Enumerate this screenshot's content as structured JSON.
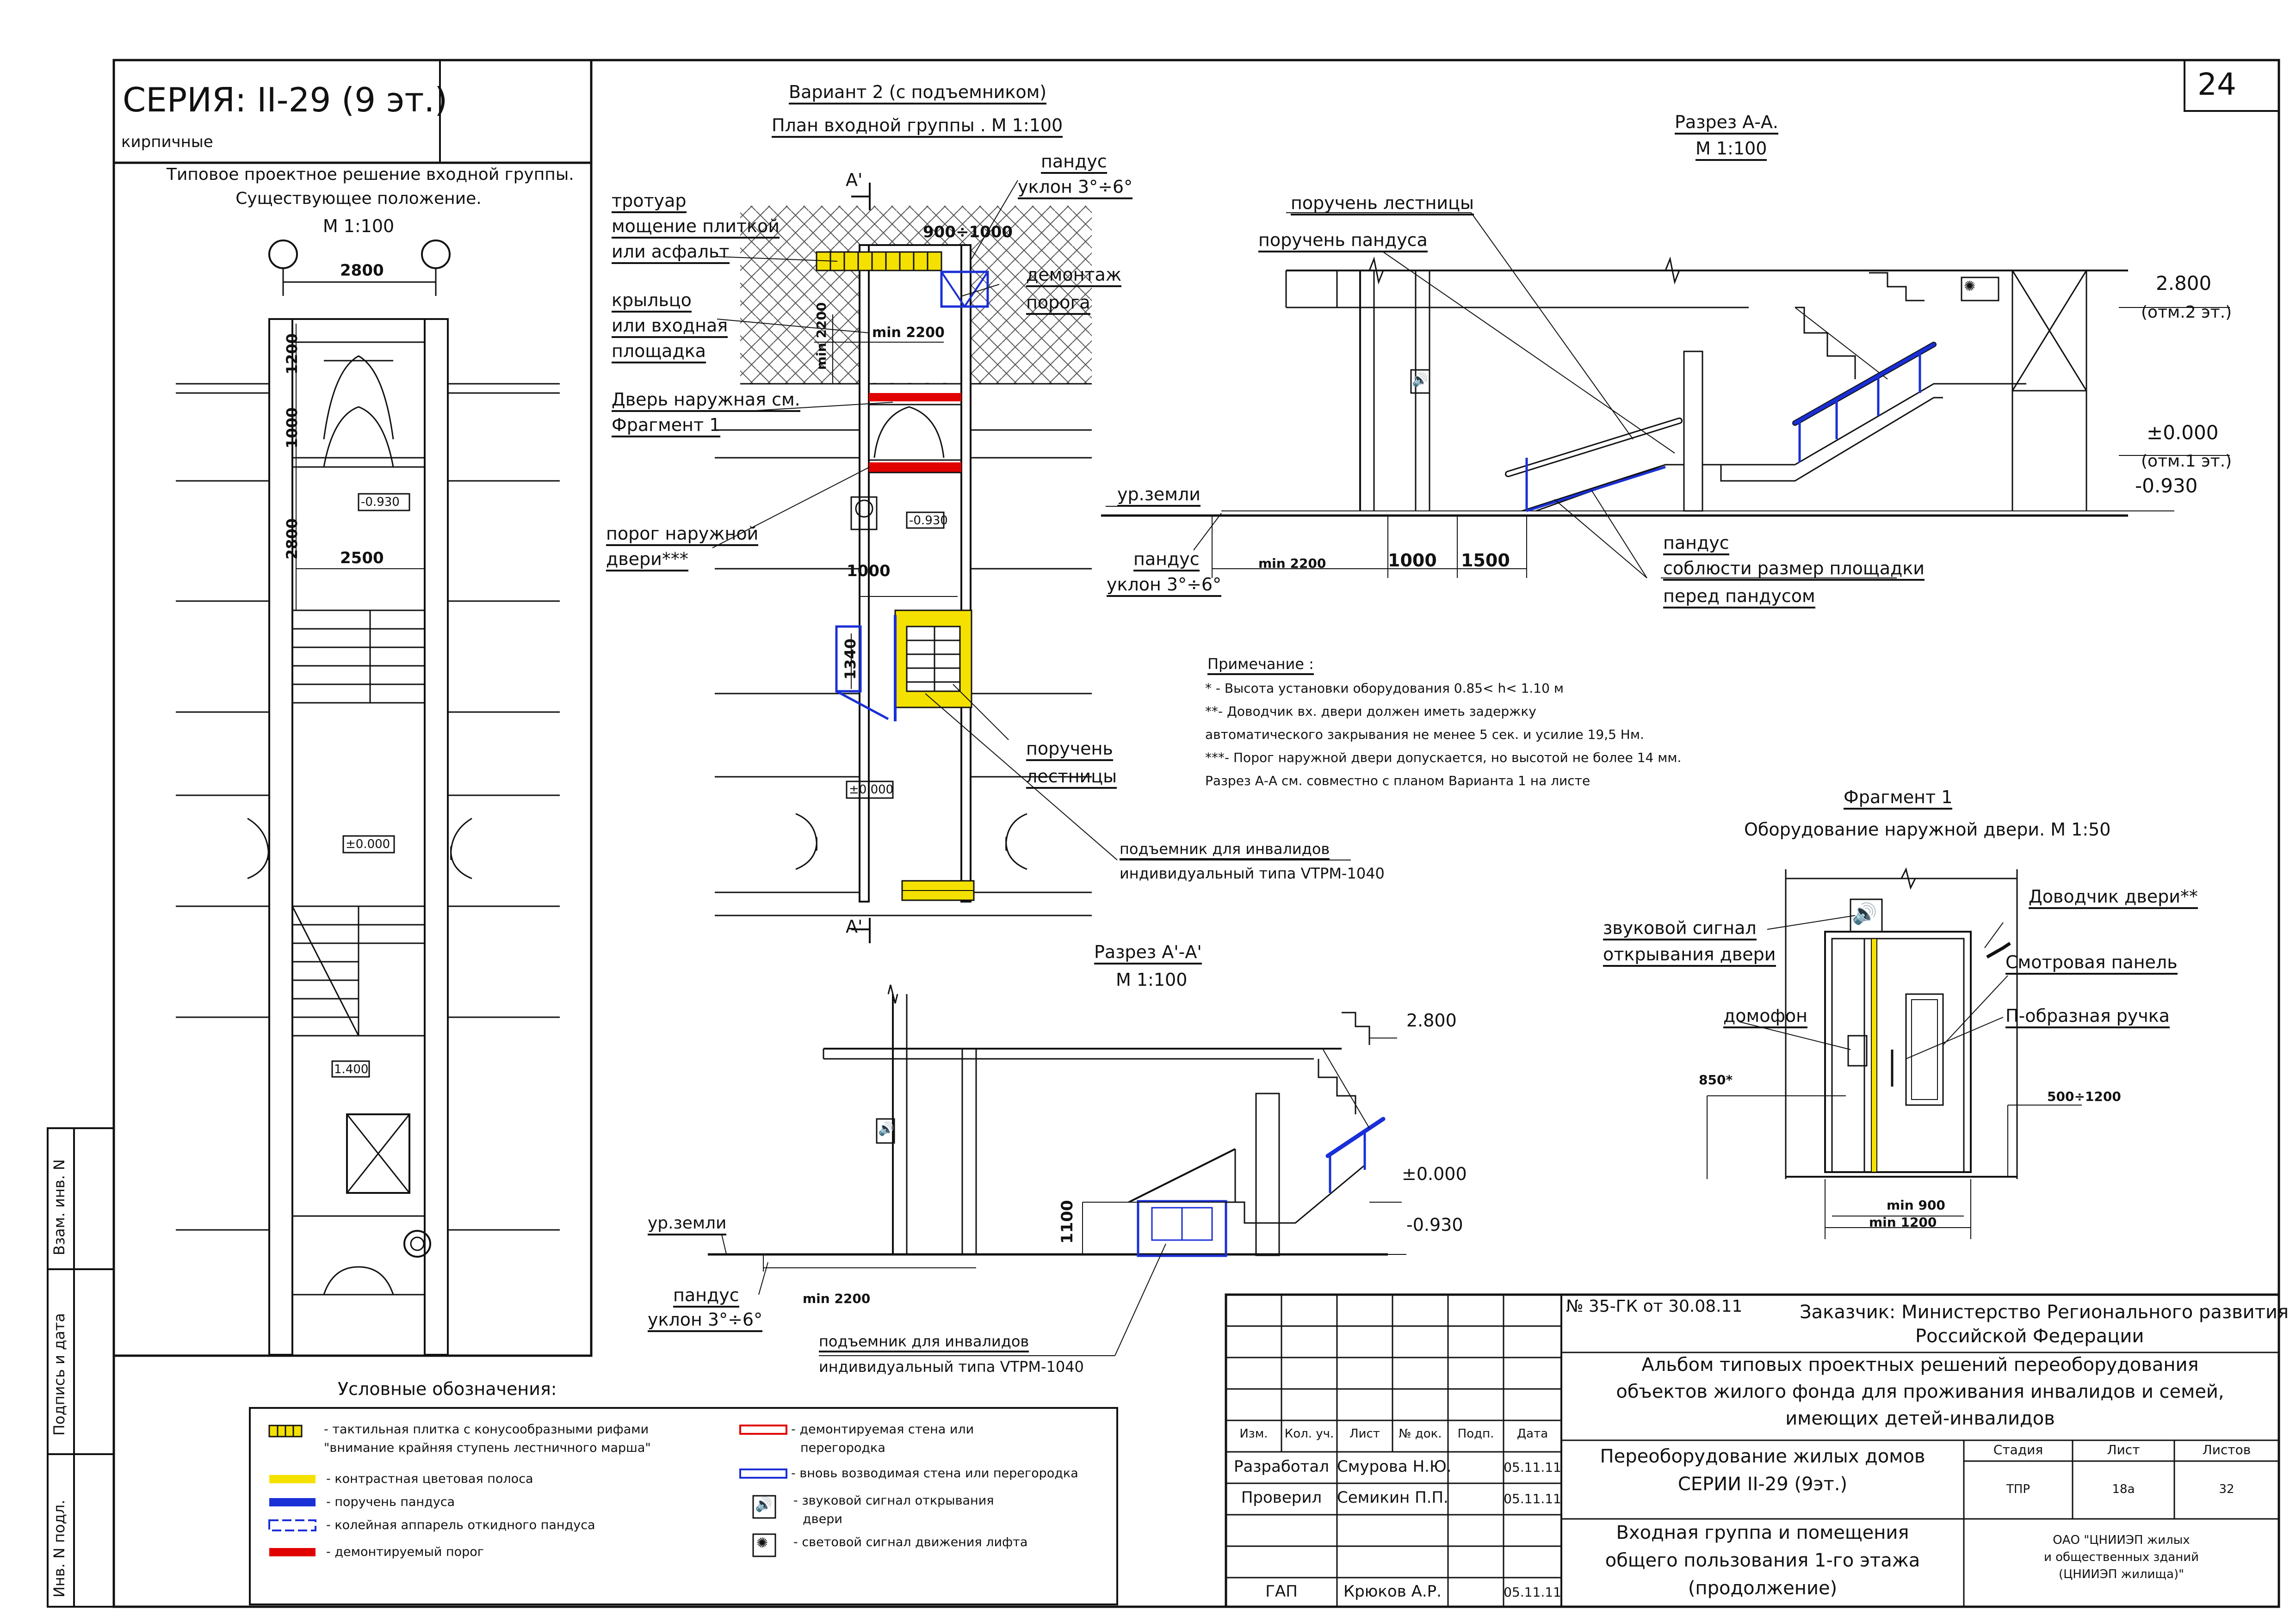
{
  "sheet": {
    "number": "24",
    "series": {
      "title": "СЕРИЯ: II-29 (9 эт.)",
      "subtitle": "кирпичные"
    },
    "existing_plan": {
      "title_lines": [
        "Типовое проектное решение входной группы.",
        "Существующее положение.",
        "М 1:100"
      ],
      "dims": {
        "width_top": "2800",
        "d1200": "1200",
        "d1000": "1000",
        "d2800": "2800",
        "d2500": "2500"
      },
      "levels": {
        "l1": "-0.930",
        "l2": "±0.000",
        "l3": "1.400"
      }
    },
    "variant2": {
      "title": "Вариант 2 (с подъемником)",
      "subtitle": "План входной группы . М 1:100",
      "section_mark": "A'",
      "labels": {
        "sidewalk": [
          "тротуар",
          "мощение плиткой",
          "или асфальт"
        ],
        "porch": [
          "крыльцо",
          "или входная",
          "площадка"
        ],
        "door": [
          "Дверь наружная см.",
          "Фрагмент 1"
        ],
        "threshold": [
          "порог наружной",
          "двери***"
        ],
        "ramp": [
          "пандус",
          "уклон 3°÷6°"
        ],
        "dismantle": [
          "демонтаж",
          "порога"
        ],
        "stair_rail": [
          "поручень",
          "лестницы"
        ],
        "lift": [
          "подъемник для инвалидов",
          "индивидуальный типа VTPM-1040"
        ]
      },
      "dims": {
        "d900": "900÷1000",
        "min2200": "min 2200",
        "min2200v": "min 2200",
        "d1000": "1000",
        "d1340": "1340"
      },
      "levels": {
        "l1": "-0.930",
        "l2": "±0.000"
      }
    },
    "section_aa": {
      "title": "Разрез А-А.",
      "scale": "М 1:100",
      "labels": {
        "stair_rail": "поручень лестницы",
        "ramp_rail": "поручень пандуса",
        "ground": "ур.земли",
        "ramp": [
          "пандус",
          "уклон 3°÷6°"
        ],
        "ramp_note": [
          "пандус",
          "соблюсти размер площадки",
          "перед пандусом"
        ]
      },
      "dims": {
        "min2200": "min 2200",
        "d1000": "1000",
        "d1500": "1500"
      },
      "levels": {
        "l1": "2.800",
        "l1b": "(отм.2 эт.)",
        "l2": "±0.000",
        "l2b": "(отм.1 эт.)",
        "l3": "-0.930"
      }
    },
    "notes": {
      "title": "Примечание :",
      "lines": [
        "* - Высота установки оборудования 0.85< h< 1.10 м",
        "**- Доводчик вх. двери должен иметь задержку",
        "  автоматического закрывания не менее 5 сек. и усилие 19,5 Нм.",
        "***-  Порог наружной двери допускается, но высотой не более 14 мм.",
        "Разрез А-А см. совместно с планом Варианта 1 на листе"
      ]
    },
    "fragment1": {
      "title": "Фрагмент 1",
      "subtitle": "Оборудование наружной двери. М 1:50",
      "labels": {
        "sound": [
          "звуковой сигнал",
          "открывания двери"
        ],
        "closer": "Доводчик двери**",
        "panel": "Смотровая панель",
        "handle": "П-образная ручка",
        "intercom": "домофон"
      },
      "dims": {
        "d850": "850*",
        "d500": "500÷1200",
        "min900": "min 900",
        "min1200": "min 1200"
      }
    },
    "section_a1": {
      "title": "Разрез А'-А'",
      "scale": "М 1:100",
      "labels": {
        "ground": "ур.земли",
        "ramp": [
          "пандус",
          "уклон 3°÷6°"
        ],
        "lift": [
          "подъемник для инвалидов",
          "индивидуальный типа VTPM-1040"
        ]
      },
      "dims": {
        "min2200": "min 2200",
        "d1100": "1100"
      },
      "levels": {
        "l1": "2.800",
        "l2": "±0.000",
        "l3": "-0.930"
      }
    },
    "legend": {
      "title": "Условные обозначения:",
      "left": [
        [
          "- тактильная плитка с конусообразными рифами",
          "\"внимание крайняя ступень лестничного марша\""
        ],
        [
          "- контрастная цветовая полоса"
        ],
        [
          "- поручень пандуса"
        ],
        [
          "- колейная аппарель откидного пандуса"
        ],
        [
          "- демонтируемый порог"
        ]
      ],
      "right": [
        [
          "- демонтируемая стена или",
          "перегородка"
        ],
        [
          "- вновь возводимая стена или перегородка"
        ],
        [
          "- звуковой сигнал открывания",
          "двери"
        ],
        [
          "- световой сигнал движения лифта"
        ]
      ]
    },
    "stamps": [
      "Взам. инв. N",
      "Подпись и дата",
      "Инв. N подл."
    ],
    "title_block": {
      "contract": "№ 35-ГК от 30.08.11",
      "customer": [
        "Заказчик: Министерство Регионального развития",
        "Российской Федерации"
      ],
      "album": [
        "Альбом типовых проектных решений переоборудования",
        "объектов жилого фонда для проживания инвалидов и семей,",
        "имеющих детей-инвалидов"
      ],
      "col_headers": [
        "Изм.",
        "Кол. уч.",
        "Лист",
        "№ док.",
        "Подп.",
        "Дата"
      ],
      "people": [
        {
          "role": "Разработал",
          "name": "Смурова Н.Ю.",
          "date": "05.11.11"
        },
        {
          "role": "Проверил",
          "name": "Семикин П.П.",
          "date": "05.11.11"
        },
        {
          "role": "ГАП",
          "name": "Крюков А.Р.",
          "date": "05.11.11"
        }
      ],
      "object": [
        "Переоборудование жилых домов",
        "СЕРИИ II-29 (9эт.)"
      ],
      "drawing": [
        "Входная группа и помещения",
        "общего пользования 1-го этажа",
        "(продолжение)"
      ],
      "stage_headers": [
        "Стадия",
        "Лист",
        "Листов"
      ],
      "stage_values": [
        "ТПР",
        "18а",
        "32"
      ],
      "org": [
        "ОАО \"ЦНИИЭП жилых",
        "и общественных зданий",
        "(ЦНИИЭП жилища)\""
      ]
    }
  }
}
